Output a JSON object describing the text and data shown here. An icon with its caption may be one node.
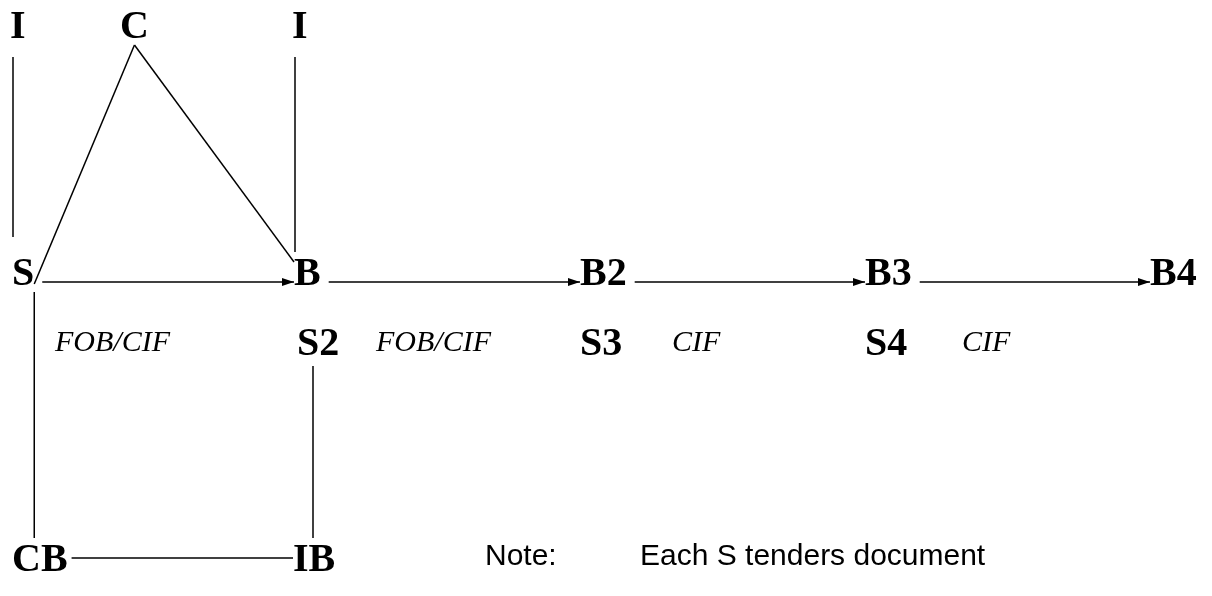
{
  "diagram": {
    "nodes": [
      {
        "text": [
          "I"
        ]
      },
      {
        "text": [
          "C"
        ]
      },
      {
        "text": [
          "I"
        ]
      },
      {
        "text": [
          "S"
        ]
      },
      {
        "text": [
          "B"
        ]
      },
      {
        "text": [
          "B2"
        ]
      },
      {
        "text": [
          "B3"
        ]
      },
      {
        "text": [
          "B4"
        ]
      },
      {
        "text": [
          "S2"
        ]
      },
      {
        "text": [
          "S3"
        ]
      },
      {
        "text": [
          "S4"
        ]
      },
      {
        "text": [
          "CB"
        ]
      },
      {
        "text": [
          "IB"
        ]
      }
    ],
    "edges": [
      {
        "from": 0,
        "to": 3,
        "arrow": "none"
      },
      {
        "from": 1,
        "to": 3,
        "arrow": "none"
      },
      {
        "from": 1,
        "to": 4,
        "arrow": "none"
      },
      {
        "from": 2,
        "to": 4,
        "arrow": "none"
      },
      {
        "from": 3,
        "to": 4,
        "arrow": "to",
        "label": "FOB/CIF"
      },
      {
        "from": 4,
        "to": 5,
        "arrow": "to",
        "label": "FOB/CIF"
      },
      {
        "from": 5,
        "to": 6,
        "arrow": "to",
        "label": "CIF"
      },
      {
        "from": 6,
        "to": 7,
        "arrow": "to",
        "label": "CIF"
      },
      {
        "from": 3,
        "to": 11,
        "arrow": "none"
      },
      {
        "from": 8,
        "to": 12,
        "arrow": "none"
      },
      {
        "from": 11,
        "to": 12,
        "arrow": "none"
      }
    ],
    "labels": [
      "Note:",
      "Each S tenders document"
    ]
  }
}
